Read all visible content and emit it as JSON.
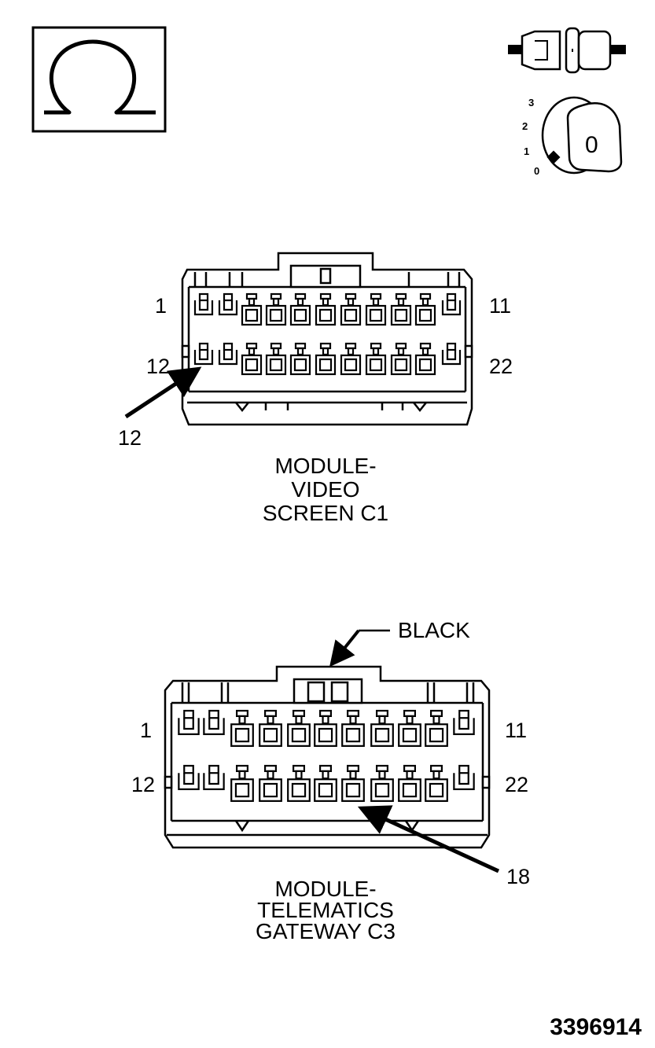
{
  "icons": {
    "ohm_symbol": "Ω",
    "connector_icon": "connector-icon",
    "ignition_icon": "ignition-key-icon",
    "ignition_positions": [
      "3",
      "2",
      "1",
      "0"
    ],
    "ignition_key_label": "0"
  },
  "connectors": [
    {
      "pin_top_left": "1",
      "pin_top_right": "11",
      "pin_bottom_left": "12",
      "pin_bottom_right": "22",
      "callout": "12",
      "caption": [
        "MODULE-",
        "VIDEO",
        "SCREEN C1"
      ]
    },
    {
      "pin_top_left": "1",
      "pin_top_right": "11",
      "pin_bottom_left": "12",
      "pin_bottom_right": "22",
      "callout": "18",
      "color_label": "BLACK",
      "caption": [
        "MODULE-",
        "TELEMATICS",
        "GATEWAY C3"
      ]
    }
  ],
  "figure_number": "3396914"
}
